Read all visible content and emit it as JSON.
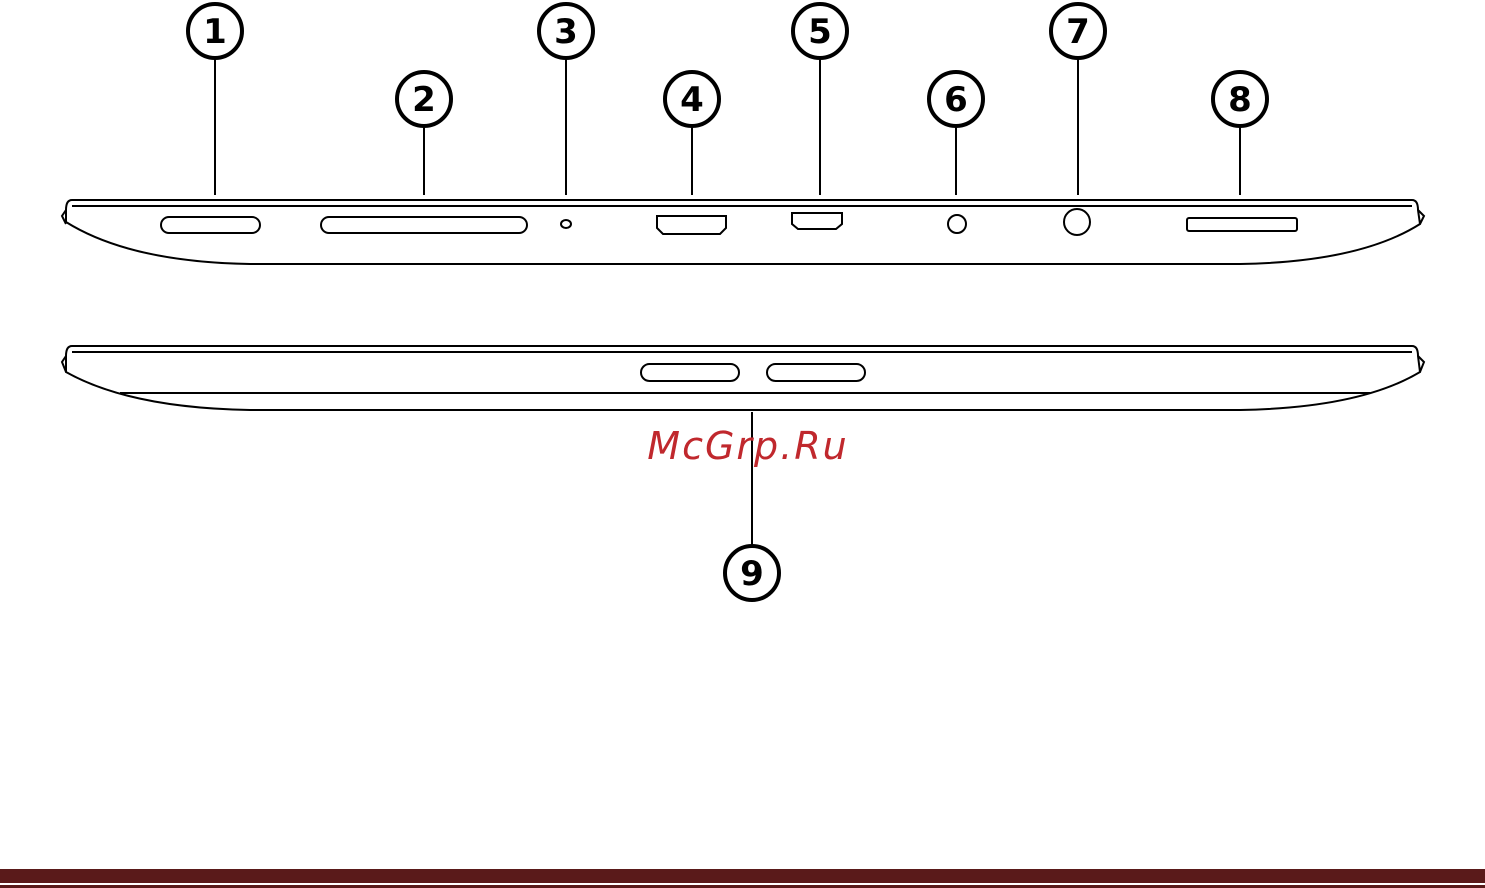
{
  "callouts": [
    {
      "id": "1",
      "label": "1"
    },
    {
      "id": "2",
      "label": "2"
    },
    {
      "id": "3",
      "label": "3"
    },
    {
      "id": "4",
      "label": "4"
    },
    {
      "id": "5",
      "label": "5"
    },
    {
      "id": "6",
      "label": "6"
    },
    {
      "id": "7",
      "label": "7"
    },
    {
      "id": "8",
      "label": "8"
    },
    {
      "id": "9",
      "label": "9"
    }
  ],
  "watermark": {
    "text": "McGrp.Ru",
    "color": "#c0282d"
  },
  "colors": {
    "line": "#000000",
    "footer_bar": "#5a1a1a"
  }
}
